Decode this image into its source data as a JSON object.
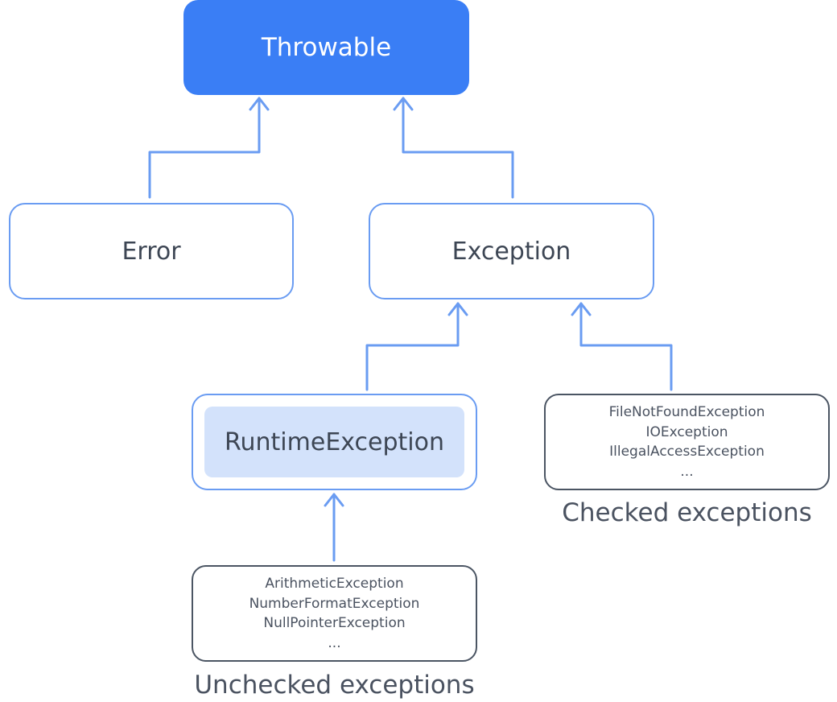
{
  "diagram": {
    "nodes": {
      "throwable": "Throwable",
      "error": "Error",
      "exception": "Exception",
      "runtime": "RuntimeException"
    },
    "checked_list": [
      "FileNotFoundException",
      "IOException",
      "IllegalAccessException",
      "..."
    ],
    "unchecked_list": [
      "ArithmeticException",
      "NumberFormatException",
      "NullPointerException",
      "..."
    ],
    "labels": {
      "checked": "Checked exceptions",
      "unchecked": "Unchecked exceptions"
    },
    "colors": {
      "primary": "#3a7ef5",
      "outline": "#6a9cf2",
      "runtime_fill": "#d3e2fb",
      "list_border": "#4b5563",
      "text": "#3d4654"
    }
  }
}
